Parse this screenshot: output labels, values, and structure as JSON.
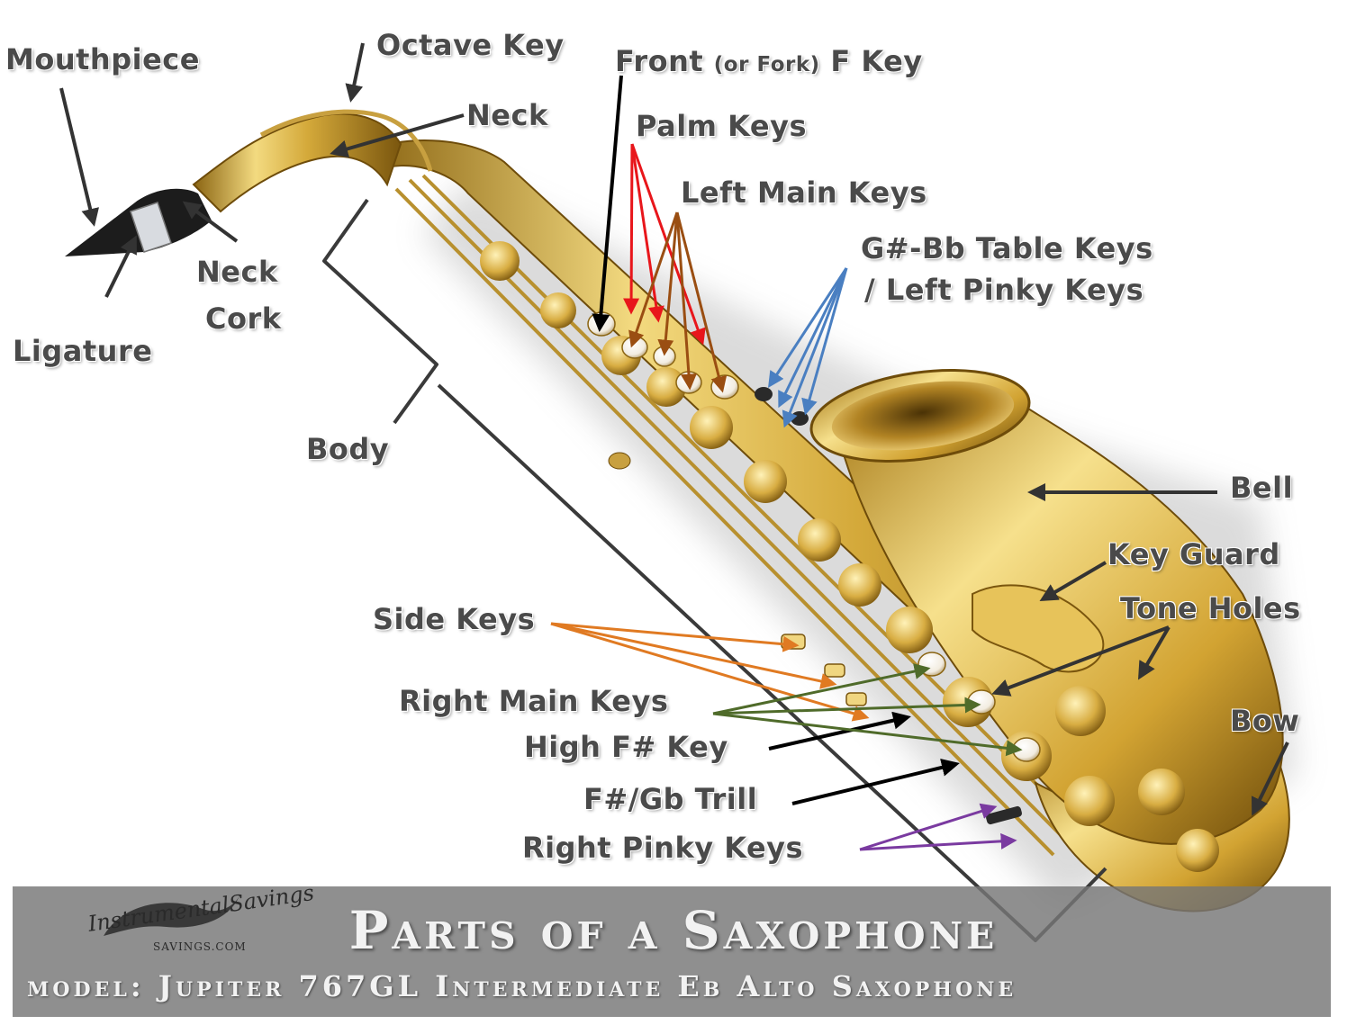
{
  "labels": {
    "mouthpiece": "Mouthpiece",
    "octave_key": "Octave Key",
    "front_f_key_a": "Front ",
    "front_f_key_b": "(or Fork)",
    "front_f_key_c": " F Key",
    "neck": "Neck",
    "palm_keys": "Palm Keys",
    "left_main_keys": "Left Main Keys",
    "table_keys_1": "G#-Bb Table Keys",
    "table_keys_2": "/ Left Pinky Keys",
    "neck_cork_1": "Neck",
    "neck_cork_2": "Cork",
    "ligature": "Ligature",
    "body": "Body",
    "bell": "Bell",
    "key_guard": "Key Guard",
    "tone_holes": "Tone Holes",
    "side_keys": "Side Keys",
    "right_main_keys": "Right Main Keys",
    "bow": "Bow",
    "high_fsharp_key": "High F# Key",
    "fsharp_gb_trill": "F#/Gb Trill",
    "right_pinky_keys": "Right Pinky Keys"
  },
  "banner": {
    "title": "Parts of a Saxophone",
    "subtitle": "model:  Jupiter 767GL Intermediate Eb Alto Saxophone"
  },
  "logo": {
    "name": "InstrumentalSavings",
    "domain": "SAVINGS.COM"
  },
  "colors": {
    "label_text": "#4a4a4a",
    "arrow_dark": "#333333",
    "arrow_black": "#000000",
    "arrow_red": "#e8161b",
    "arrow_brown": "#9a4e12",
    "arrow_blue": "#4a7fc1",
    "arrow_orange": "#e07a22",
    "arrow_green": "#4f6b2a",
    "arrow_purple": "#7a3aa0",
    "brass_light": "#f3da80",
    "brass_mid": "#d4a93a",
    "brass_dark": "#8a6412",
    "banner_bg": "#767676"
  }
}
